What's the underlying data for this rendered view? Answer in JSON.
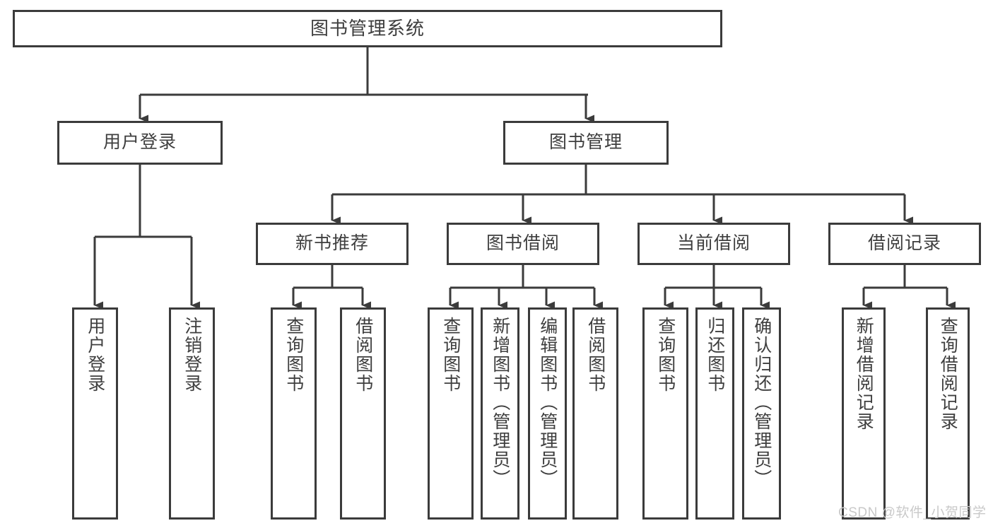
{
  "diagram": {
    "title": "图书管理系统",
    "type": "tree",
    "colors": {
      "border": "#3b3b3b",
      "text": "#3e3e3e",
      "background": "#ffffff",
      "watermark": "#c9c9c9"
    },
    "levels": {
      "root": {
        "label": "图书管理系统"
      },
      "level2": [
        {
          "label": "用户登录"
        },
        {
          "label": "图书管理"
        }
      ],
      "level3": [
        {
          "label": "新书推荐"
        },
        {
          "label": "图书借阅"
        },
        {
          "label": "当前借阅"
        },
        {
          "label": "借阅记录"
        }
      ],
      "leaves": [
        {
          "label": "用户登录",
          "parent": "用户登录"
        },
        {
          "label": "注销登录",
          "parent": "用户登录"
        },
        {
          "label": "查询图书",
          "parent": "新书推荐"
        },
        {
          "label": "借阅图书",
          "parent": "新书推荐"
        },
        {
          "label": "查询图书",
          "parent": "图书借阅"
        },
        {
          "label": "新增图书（管理员）",
          "parent": "图书借阅"
        },
        {
          "label": "编辑图书（管理员）",
          "parent": "图书借阅"
        },
        {
          "label": "借阅图书",
          "parent": "图书借阅"
        },
        {
          "label": "查询图书",
          "parent": "当前借阅"
        },
        {
          "label": "归还图书",
          "parent": "当前借阅"
        },
        {
          "label": "确认归还（管理员）",
          "parent": "当前借阅"
        },
        {
          "label": "新增借阅记录",
          "parent": "借阅记录"
        },
        {
          "label": "查询借阅记录",
          "parent": "借阅记录"
        }
      ]
    }
  },
  "watermark": {
    "text": "CSDN @软件_小贺同学"
  }
}
